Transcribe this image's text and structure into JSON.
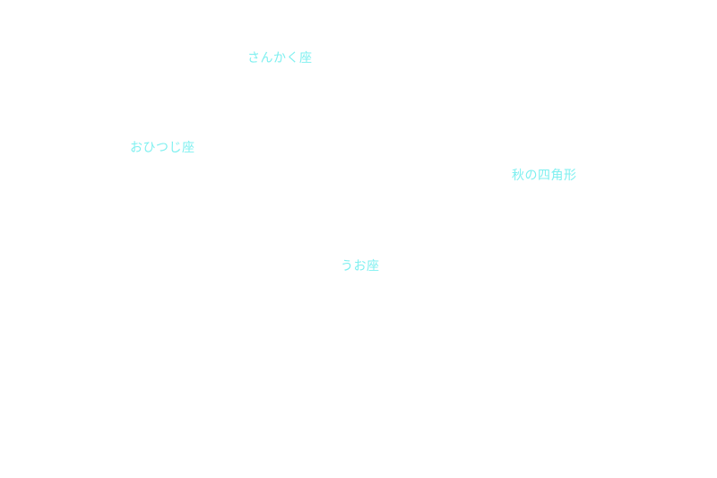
{
  "colors": {
    "background": "#ffffff",
    "label": "#7ff0f0"
  },
  "labels": {
    "triangulum": "さんかく座",
    "aries": "おひつじ座",
    "autumn_square": "秋の四角形",
    "pisces": "うお座"
  }
}
